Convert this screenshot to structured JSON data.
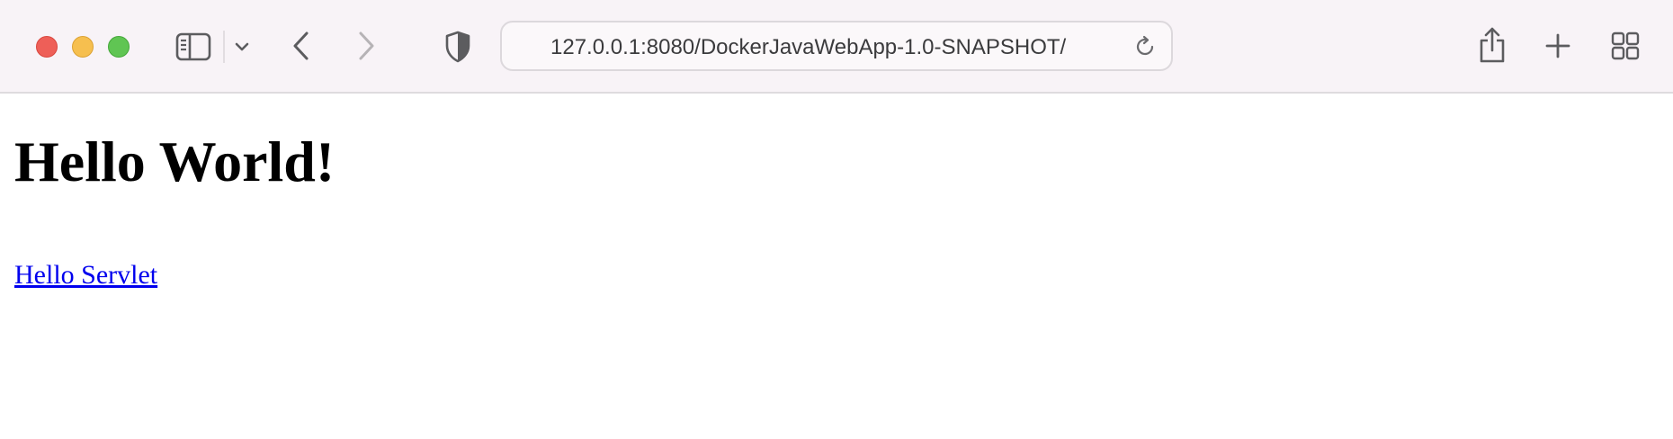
{
  "browser": {
    "url": "127.0.0.1:8080/DockerJavaWebApp-1.0-SNAPSHOT/",
    "toolbar_icons": [
      "close-icon",
      "minimize-icon",
      "zoom-icon",
      "sidebar-icon",
      "chevron-down-icon",
      "back-icon",
      "forward-icon",
      "privacy-shield-icon",
      "reload-icon",
      "share-icon",
      "new-tab-icon",
      "tab-overview-icon"
    ],
    "colors": {
      "toolbar_bg": "#f8f3f7",
      "close": "#ee5f58",
      "minimize": "#f6bf4f",
      "zoom": "#60c553"
    }
  },
  "page": {
    "heading": "Hello World!",
    "link_text": "Hello Servlet",
    "link_color": "#0000ee"
  }
}
